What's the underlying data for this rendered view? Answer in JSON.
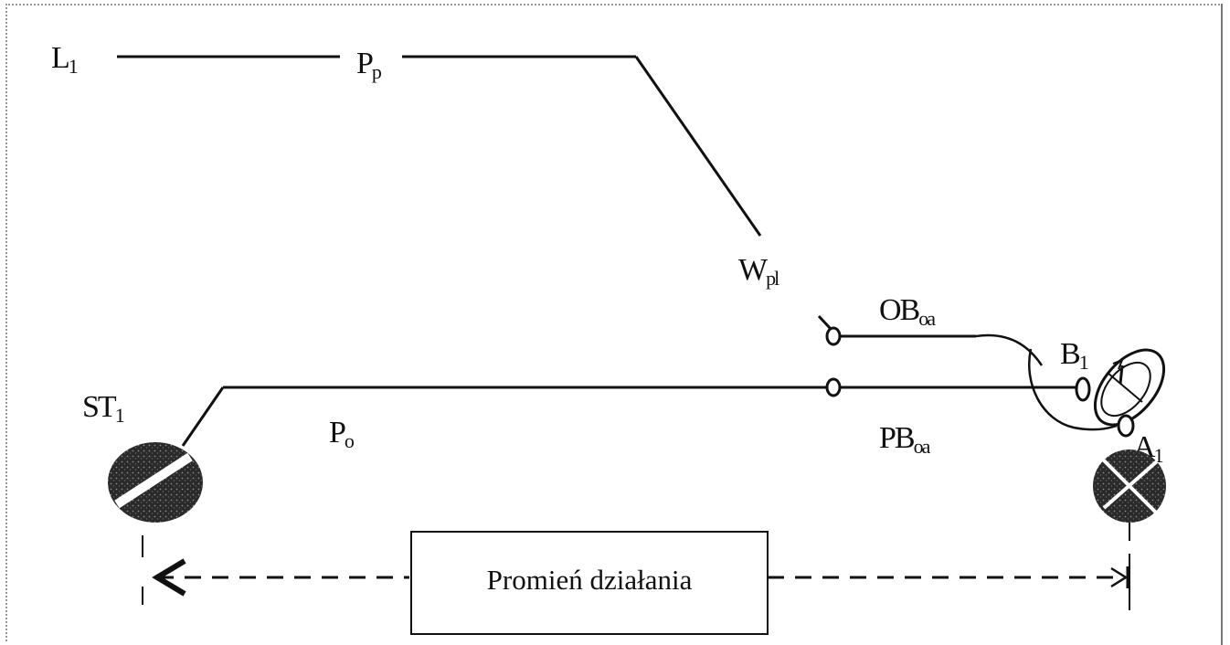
{
  "labels": {
    "L1": {
      "main": "L",
      "sub": "1"
    },
    "Pp": {
      "main": "P",
      "sub": "p"
    },
    "Wpl": {
      "main": "W",
      "sub": "pl"
    },
    "OBoa": {
      "main": "OB",
      "sub": "oa"
    },
    "B1": {
      "main": "B",
      "sub": "1"
    },
    "ST1": {
      "main": "ST",
      "sub": "1"
    },
    "Po": {
      "main": "P",
      "sub": "o"
    },
    "PBoa": {
      "main": "PB",
      "sub": "oa"
    },
    "A1": {
      "main": "A",
      "sub": "1"
    }
  },
  "range_box": {
    "text": "Promień działania"
  }
}
